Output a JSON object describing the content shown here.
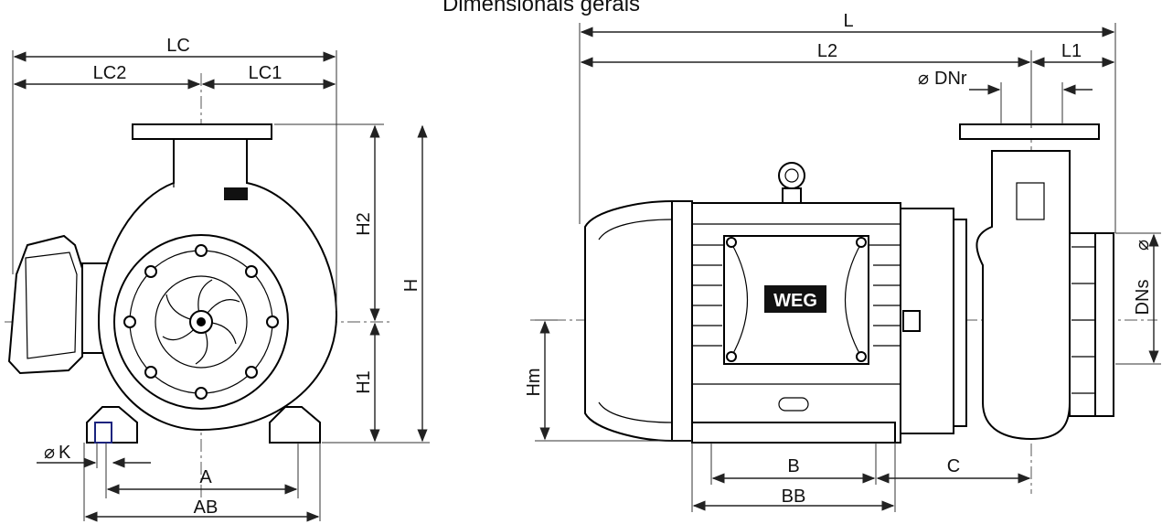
{
  "title": "Dimensionais gerais",
  "labels": {
    "LC": "LC",
    "LC2": "LC2",
    "LC1": "LC1",
    "H2": "H2",
    "H": "H",
    "H1": "H1",
    "K": "K",
    "A": "A",
    "AB": "AB",
    "L": "L",
    "L2": "L2",
    "L1": "L1",
    "DNr": "DNr",
    "DNs": "DNs",
    "Hm": "Hm",
    "B": "B",
    "BB": "BB",
    "C": "C",
    "phi": "⌀",
    "brand": "WEG"
  }
}
